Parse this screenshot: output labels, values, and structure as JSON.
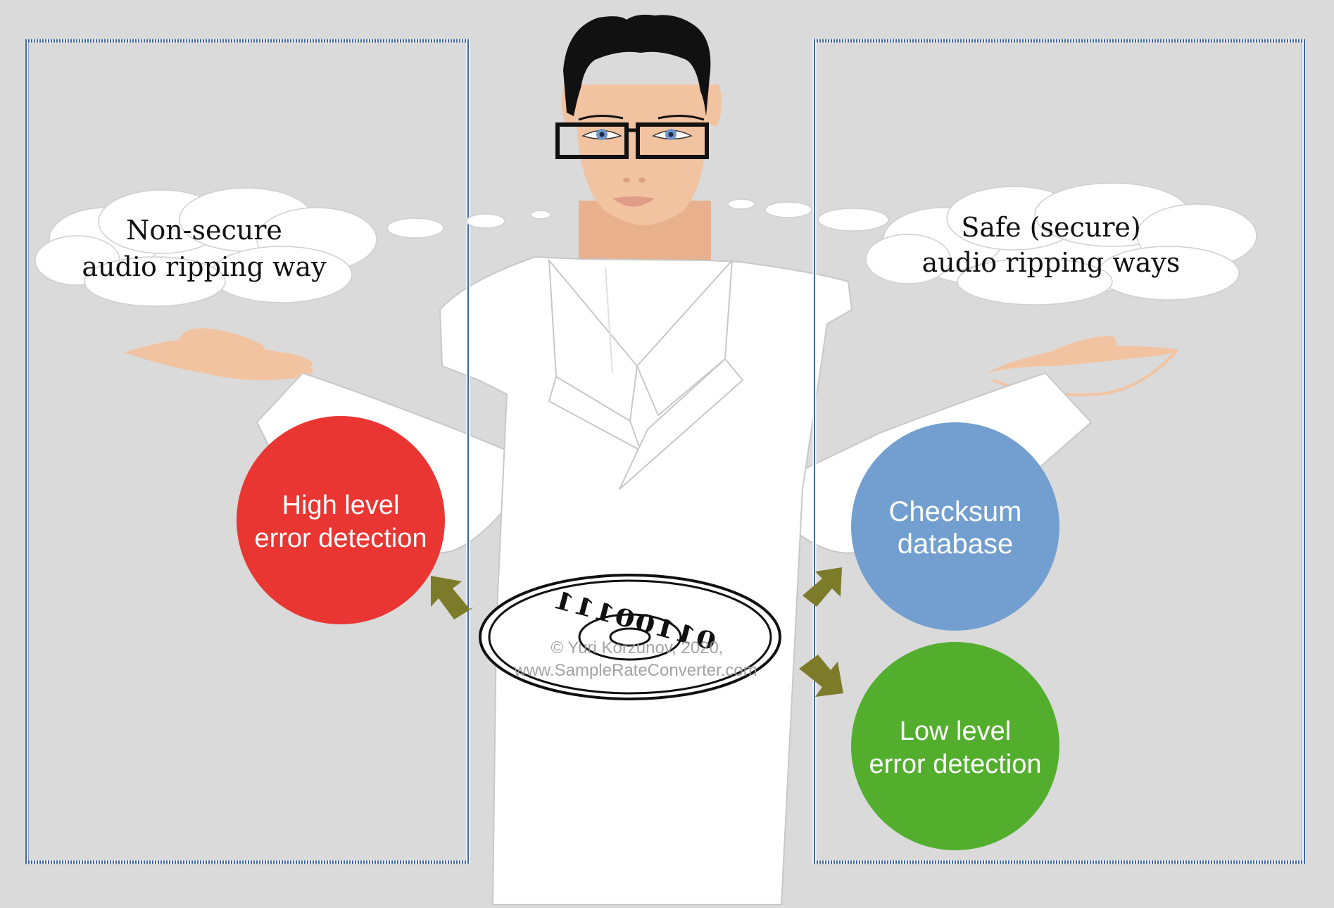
{
  "colors": {
    "background": "#dadada",
    "panel_border": "#3f63a8",
    "skin": "#f2c3a1",
    "hair": "#111111",
    "coat": "#ffffff",
    "high_level_circle": "#ea3633",
    "checksum_circle": "#729fd0",
    "low_level_circle": "#53ae2e",
    "arrow": "#7b7b2a",
    "disc": "#111111",
    "watermark": "#9a9a9a"
  },
  "left_panel": {
    "thought_line1": "Non-secure",
    "thought_line2": "audio ripping way",
    "circle": {
      "line1": "High level",
      "line2": "error detection"
    }
  },
  "right_panel": {
    "thought_line1": "Safe (secure)",
    "thought_line2": "audio ripping ways",
    "circles": [
      {
        "line1": "Checksum",
        "line2": "database"
      },
      {
        "line1": "Low level",
        "line2": "error detection"
      }
    ]
  },
  "disc": {
    "binary_text": "01100111"
  },
  "watermark": {
    "line1": "© Yuri Korzunov, 2020,",
    "line2": "www.SampleRateConverter.com"
  }
}
